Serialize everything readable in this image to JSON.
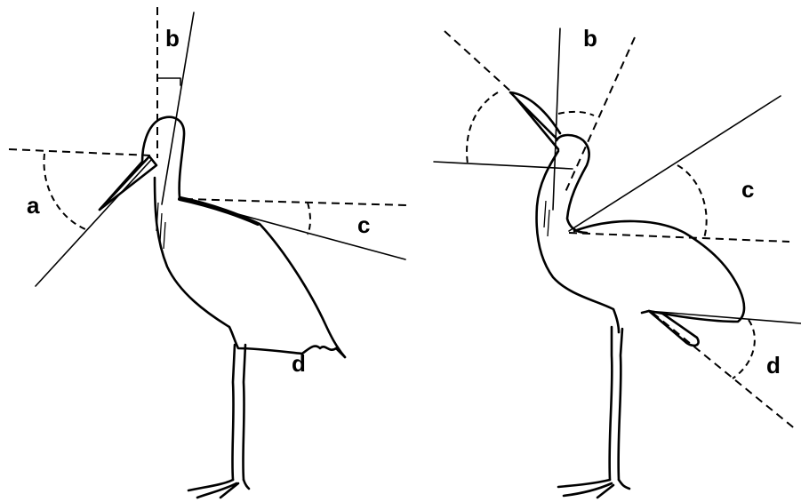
{
  "figure": {
    "left_panel": {
      "labels": {
        "a": "a",
        "b": "b",
        "c": "c",
        "d": "d"
      }
    },
    "right_panel": {
      "labels": {
        "b": "b",
        "c": "c",
        "d": "d"
      }
    }
  },
  "colors": {
    "ink": "#000000",
    "background": "#ffffff"
  }
}
